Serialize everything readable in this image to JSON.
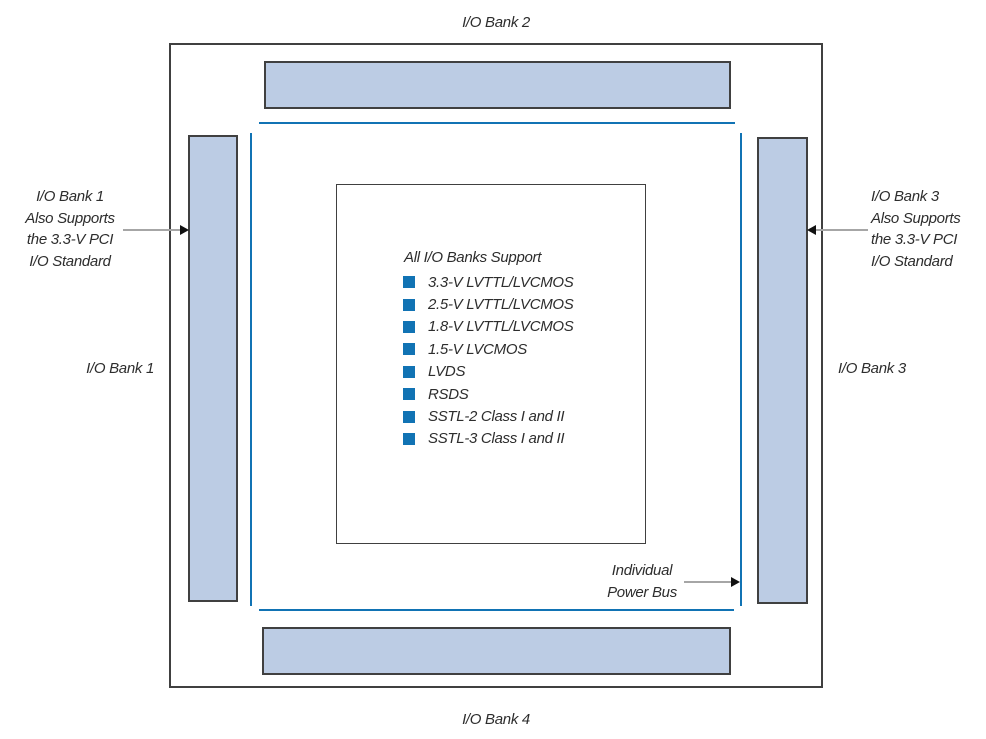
{
  "diagram": {
    "outer_labels": {
      "top": "I/O Bank 2",
      "bottom": "I/O Bank 4",
      "left": "I/O Bank 1",
      "right": "I/O Bank 3"
    },
    "left_annotation": {
      "lines": [
        "I/O Bank 1",
        "Also Supports",
        "the 3.3-V PCI",
        "I/O Standard"
      ]
    },
    "right_annotation": {
      "lines": [
        "I/O Bank 3",
        "Also Supports",
        "the 3.3-V PCI",
        "I/O Standard"
      ]
    },
    "power_bus_annotation": {
      "lines": [
        "Individual",
        "Power Bus"
      ]
    },
    "center_box": {
      "title": "All I/O Banks Support",
      "items": [
        "3.3-V LVTTL/LVCMOS",
        "2.5-V LVTTL/LVCMOS",
        "1.8-V LVTTL/LVCMOS",
        "1.5-V LVCMOS",
        "LVDS",
        "RSDS",
        "SSTL-2 Class I and II",
        "SSTL-3 Class I and II"
      ]
    },
    "colors": {
      "bank_fill": "#BCCCE4",
      "bank_border": "#404040",
      "power_bus": "#1173B4",
      "bullet": "#1173B4",
      "text": "#2D2D2D",
      "arrow_line": "#A6A6A6",
      "arrow_head": "#111111"
    }
  }
}
